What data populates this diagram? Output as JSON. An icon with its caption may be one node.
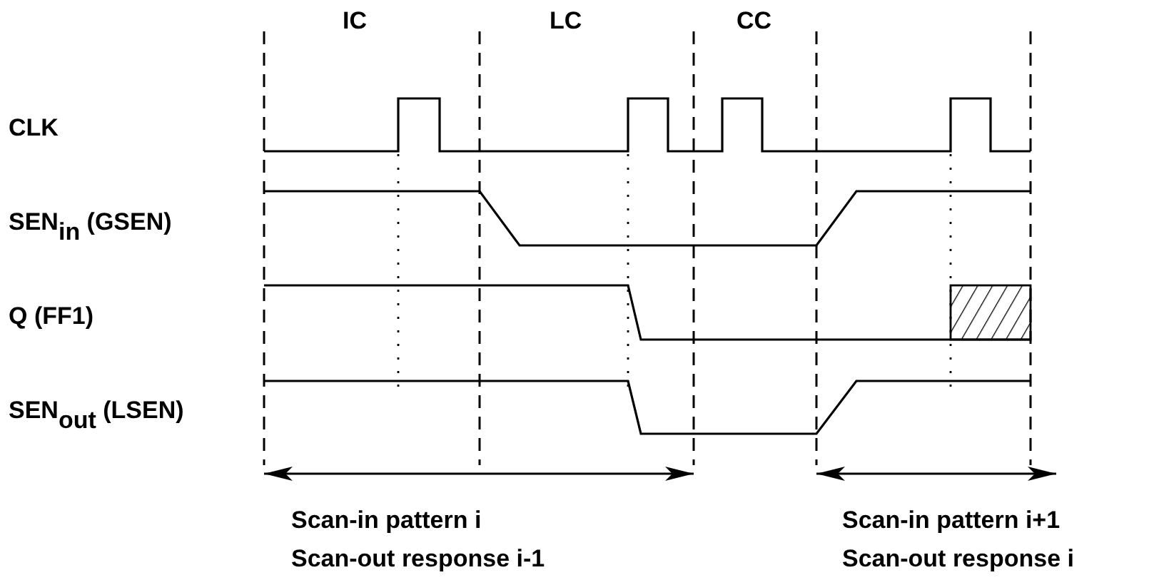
{
  "diagram": {
    "labels": [
      "IC",
      "LC",
      "CC",
      "CLK",
      "SEN$_{in}$ (GSEN)",
      "Q (FF1)",
      "SEN$_{out}$ (LSEN)",
      "Scan-in pattern i",
      "Scan-out response i-1",
      "Scan-in pattern i+1",
      "Scan-out response i"
    ]
  }
}
